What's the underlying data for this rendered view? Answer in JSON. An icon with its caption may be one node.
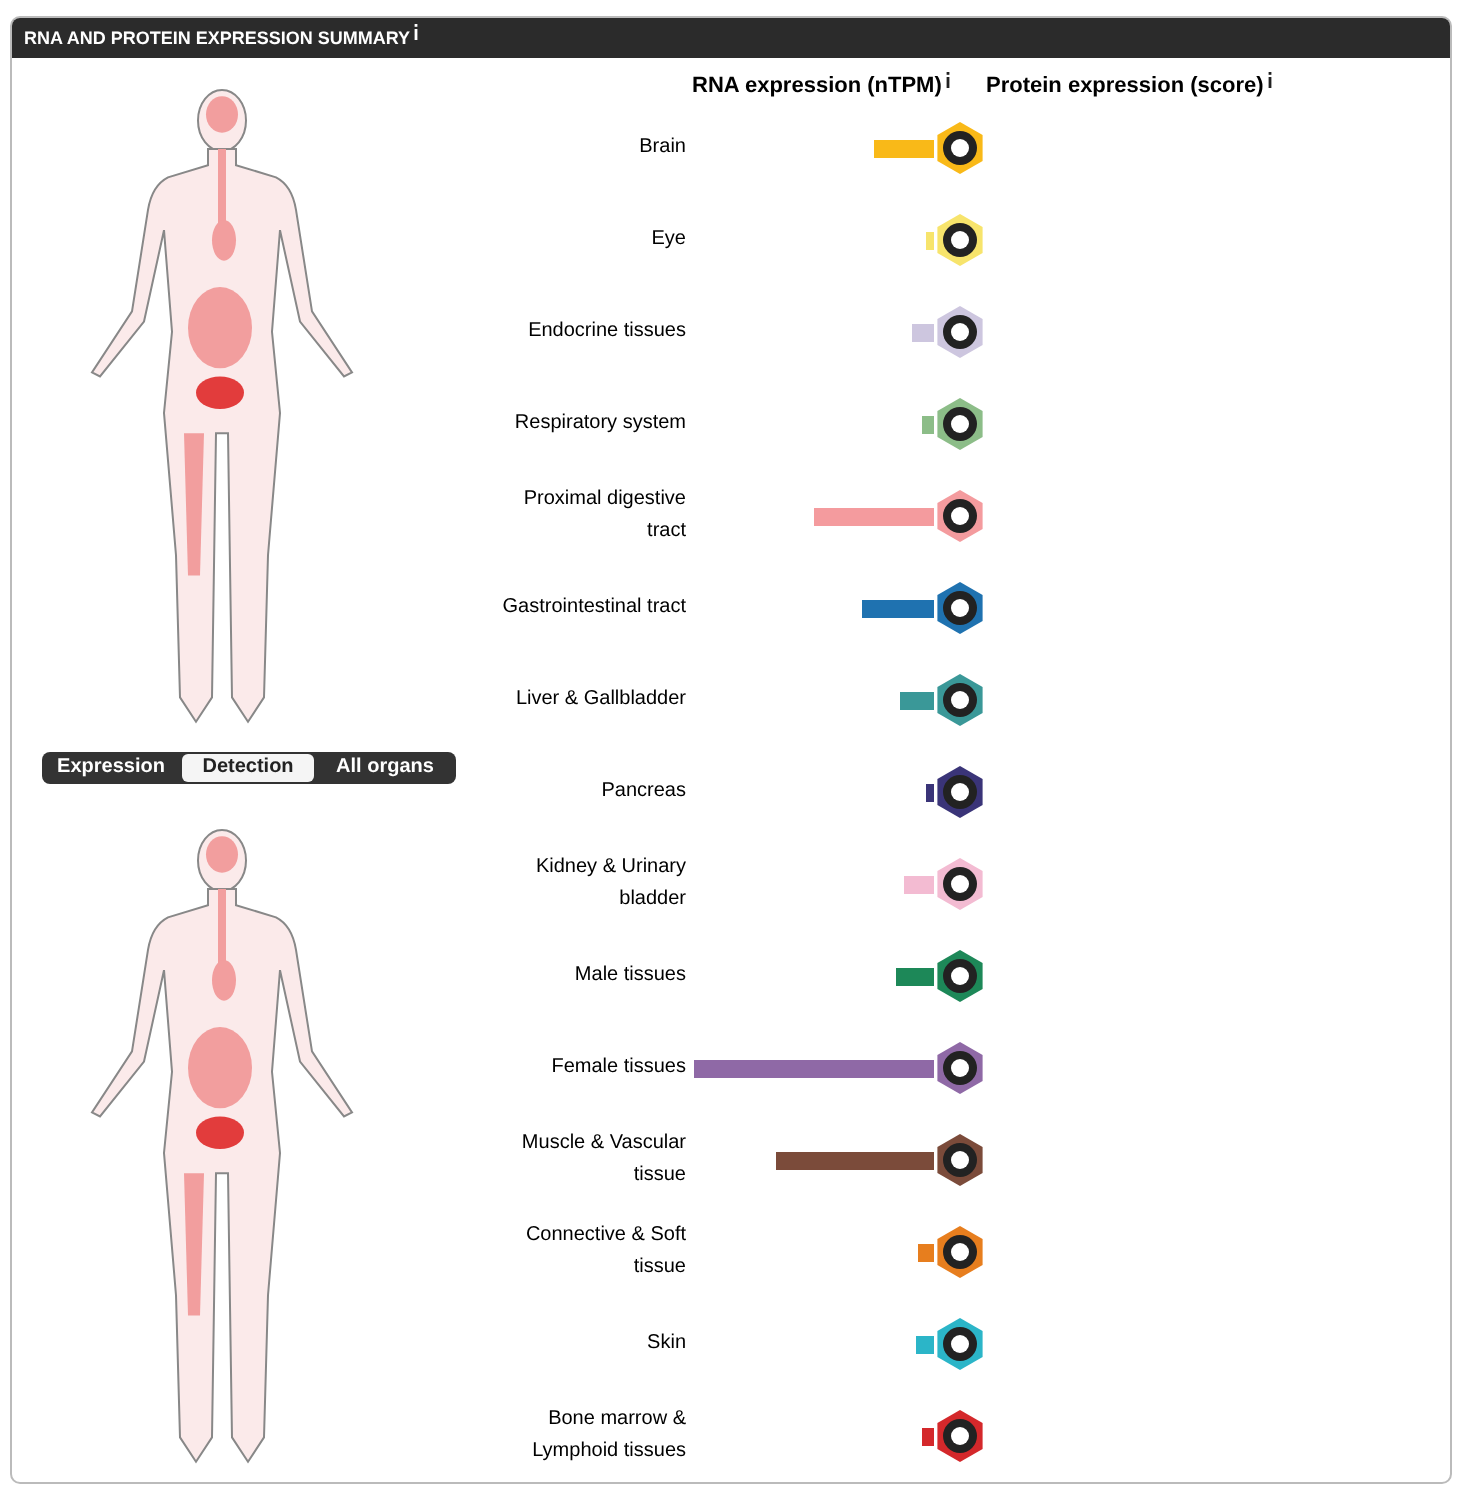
{
  "diagram": {
    "title": "RNA AND PROTEIN EXPRESSION SUMMARY",
    "labels": [
      "RNA expression (nTPM)",
      "Protein expression (score)",
      "Expression",
      "Detection",
      "All organs",
      "Brain",
      "Eye",
      "Endocrine tissues",
      "Respiratory system",
      "Proximal digestive tract",
      "Gastrointestinal tract",
      "Liver & Gallbladder",
      "Pancreas",
      "Kidney & Urinary bladder",
      "Male tissues",
      "Female tissues",
      "Muscle & Vascular tissue",
      "Connective & Soft tissue",
      "Skin",
      "Bone marrow & Lymphoid tissues"
    ]
  }
}
